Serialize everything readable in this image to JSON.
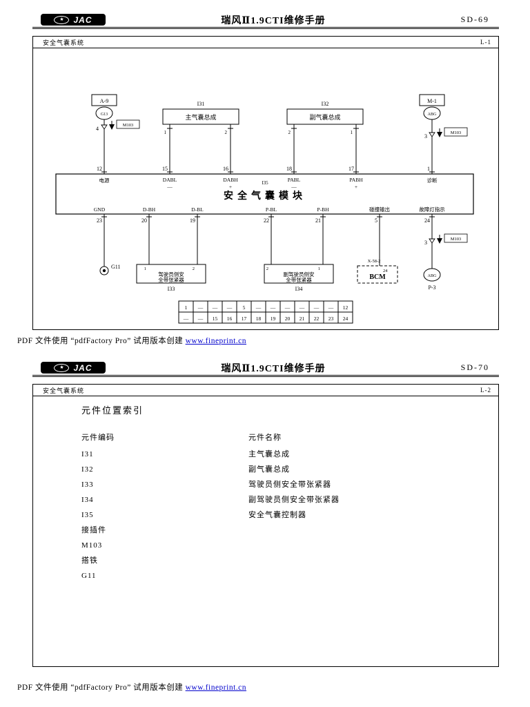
{
  "page1": {
    "header": {
      "brand": "JAC",
      "title": "瑞风Ⅱ1.9CTI维修手册",
      "page_no": "SD-69"
    },
    "section": {
      "label": "安全气囊系统",
      "ref": "L-1"
    },
    "diagram": {
      "a9": {
        "id": "A-9",
        "circle": "G13",
        "pin": "4"
      },
      "m1": {
        "id": "M-1",
        "circle": "ABG",
        "pin": "3"
      },
      "p3": {
        "id": "P-3",
        "circle": "ABG",
        "pin": "3"
      },
      "m103": "M103",
      "i31": {
        "id": "I31",
        "name": "主气囊总成",
        "pin_left": "1",
        "pin_right": "2"
      },
      "i32": {
        "id": "I32",
        "name": "副气囊总成",
        "pin_left": "2",
        "pin_right": "1"
      },
      "i35": {
        "id": "I35",
        "name": "安全气囊模块"
      },
      "top_pins": [
        {
          "no": "12",
          "label": "电源",
          "sign": ""
        },
        {
          "no": "15",
          "label": "DABL",
          "sign": "—"
        },
        {
          "no": "16",
          "label": "DABH",
          "sign": "+"
        },
        {
          "no": "18",
          "label": "PABL",
          "sign": "—"
        },
        {
          "no": "17",
          "label": "PABH",
          "sign": "+"
        },
        {
          "no": "1",
          "label": "诊断",
          "sign": ""
        }
      ],
      "bottom_pins": [
        {
          "no": "23",
          "label": "GND"
        },
        {
          "no": "20",
          "label": "D-BH"
        },
        {
          "no": "19",
          "label": "D-BL"
        },
        {
          "no": "22",
          "label": "P-BL"
        },
        {
          "no": "21",
          "label": "P-BH"
        },
        {
          "no": "5",
          "label": "碰撞输出"
        },
        {
          "no": "24",
          "label": "故障灯指示"
        }
      ],
      "i33": {
        "id": "I33",
        "line1": "驾驶员侧安",
        "line2": "全带张紧器",
        "pin_left": "1",
        "pin_right": "2"
      },
      "i34": {
        "id": "I34",
        "line1": "副驾驶员侧安",
        "line2": "全带张紧器",
        "pin_left": "2",
        "pin_right": "1"
      },
      "bcm": {
        "conn": "X-58-2",
        "pin": "24",
        "id": "BCM"
      },
      "g11": "G11",
      "pin_table": {
        "row1": [
          "1",
          "—",
          "—",
          "—",
          "5",
          "—",
          "—",
          "—",
          "—",
          "—",
          "—",
          "12"
        ],
        "row2": [
          "—",
          "—",
          "15",
          "16",
          "17",
          "18",
          "19",
          "20",
          "21",
          "22",
          "23",
          "24"
        ]
      }
    },
    "footer": {
      "prefix": "PDF 文件使用 “pdfFactory Pro” 试用版本创建 ",
      "link": "www.fineprint.cn"
    }
  },
  "page2": {
    "header": {
      "brand": "JAC",
      "title": "瑞风Ⅱ1.9CTI维修手册",
      "page_no": "SD-70"
    },
    "section": {
      "label": "安全气囊系统",
      "ref": "L-2"
    },
    "index": {
      "title": "元件位置索引",
      "col_code": "元件编码",
      "col_name": "元件名称",
      "rows": [
        {
          "code": "I31",
          "name": "主气囊总成"
        },
        {
          "code": "I32",
          "name": "副气囊总成"
        },
        {
          "code": "I33",
          "name": "驾驶员侧安全带张紧器"
        },
        {
          "code": "I34",
          "name": "副驾驶员侧安全带张紧器"
        },
        {
          "code": "I35",
          "name": "安全气囊控制器"
        },
        {
          "code": "接插件",
          "name": ""
        },
        {
          "code": "M103",
          "name": ""
        },
        {
          "code": "搭铁",
          "name": ""
        },
        {
          "code": "G11",
          "name": ""
        }
      ]
    },
    "footer": {
      "prefix": "PDF 文件使用 “pdfFactory Pro” 试用版本创建 ",
      "link": "www.fineprint.cn"
    }
  }
}
